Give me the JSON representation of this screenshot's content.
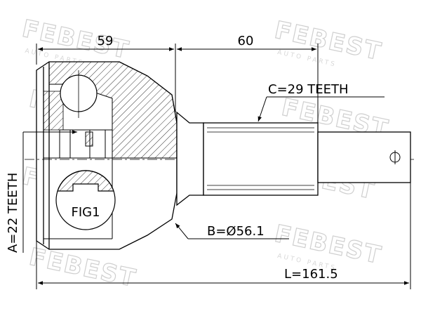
{
  "dimensions": {
    "left_length": "59",
    "right_length": "60",
    "outer_teeth": "C=29 TEETH",
    "inner_teeth": "A=22 TEETH",
    "seal_diameter": "B=Ø56.1",
    "total_length": "L=161.5",
    "figure_label": "FIG1"
  },
  "watermark": {
    "brand": "FEBEST",
    "sub": "AUTO PARTS"
  },
  "colors": {
    "line": "#000000",
    "watermark": "#cfcfcf"
  }
}
